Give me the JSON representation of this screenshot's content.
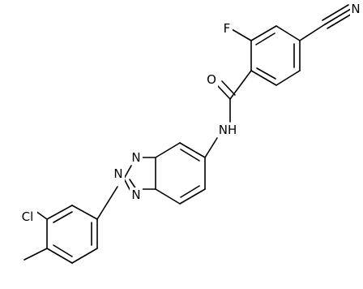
{
  "atoms": {
    "n_triple": "N",
    "fluoro": "F",
    "carbonyl_o": "O",
    "amide_nh": "NH",
    "triazole_n1": "N",
    "triazole_n2": "N",
    "triazole_n3": "N",
    "chloro": "Cl"
  }
}
